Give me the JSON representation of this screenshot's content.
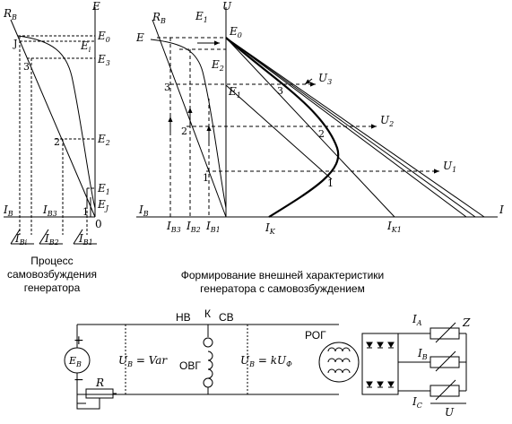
{
  "left": {
    "RB": "R",
    "RBsub": "B",
    "E": "E",
    "E0": "E",
    "E0sub": "0",
    "Ei": "E",
    "Eisub": "i",
    "E3": "E",
    "E3sub": "3",
    "E2": "E",
    "E2sub": "2",
    "E1": "E",
    "E1sub": "1",
    "EJ": "E",
    "EJsub": "J",
    "zero": "0",
    "p1": "1",
    "p2": "2",
    "p3": "3",
    "pJ": "J",
    "IB": "I",
    "IBsub": "B",
    "IB3": "I",
    "IB3sub": "B3",
    "IBi": "I",
    "IBisub": "Bi",
    "IB2": "I",
    "IB2sub": "B2",
    "IB1": "I",
    "IB1sub": "B1"
  },
  "right": {
    "RB": "R",
    "RBsub": "B",
    "E": "E",
    "E1": "E",
    "E1sub": "1",
    "U": "U",
    "E0": "E",
    "E0sub": "0",
    "E2": "E",
    "E2sub": "2",
    "E1b": "E",
    "E1bsub": "1",
    "p3a": "3",
    "p2a": "2",
    "p1a": "1",
    "p3b": "3",
    "p2b": "2",
    "p1b": "1",
    "U3": "U",
    "U3sub": "3",
    "U2": "U",
    "U2sub": "2",
    "U1": "U",
    "U1sub": "1",
    "IB": "I",
    "IBsub": "B",
    "IB3": "I",
    "IB3sub": "B3",
    "IB2": "I",
    "IB2sub": "B2",
    "IB1": "I",
    "IB1sub": "B1",
    "IK": "I",
    "IKsub": "K",
    "IK1": "I",
    "IK1sub": "K1",
    "I": "I"
  },
  "captions": {
    "left": [
      "Процесс",
      "самовозбуждения",
      "генератора"
    ],
    "right": [
      "Формирование внешней характеристики",
      "генератора с самовозбуждением"
    ]
  },
  "circuit": {
    "NV": "НВ",
    "K": "К",
    "SV": "СВ",
    "plus": "+",
    "minus": "−",
    "EB": "E",
    "EBsub": "B",
    "R": "R",
    "UBvar_pre": "U",
    "UBvar_sub": "B",
    "UBvar_post": " = Var",
    "OVG": "ОВГ",
    "UBk_pre": "U",
    "UBk_sub": "B",
    "UBk_mid": " = kU",
    "UBk_sub2": "Ф",
    "ROG": "РОГ",
    "IA": "I",
    "IAsub": "A",
    "IBc": "I",
    "IBcsub": "B",
    "IC": "I",
    "ICsub": "C",
    "Z": "Z",
    "U": "U"
  }
}
